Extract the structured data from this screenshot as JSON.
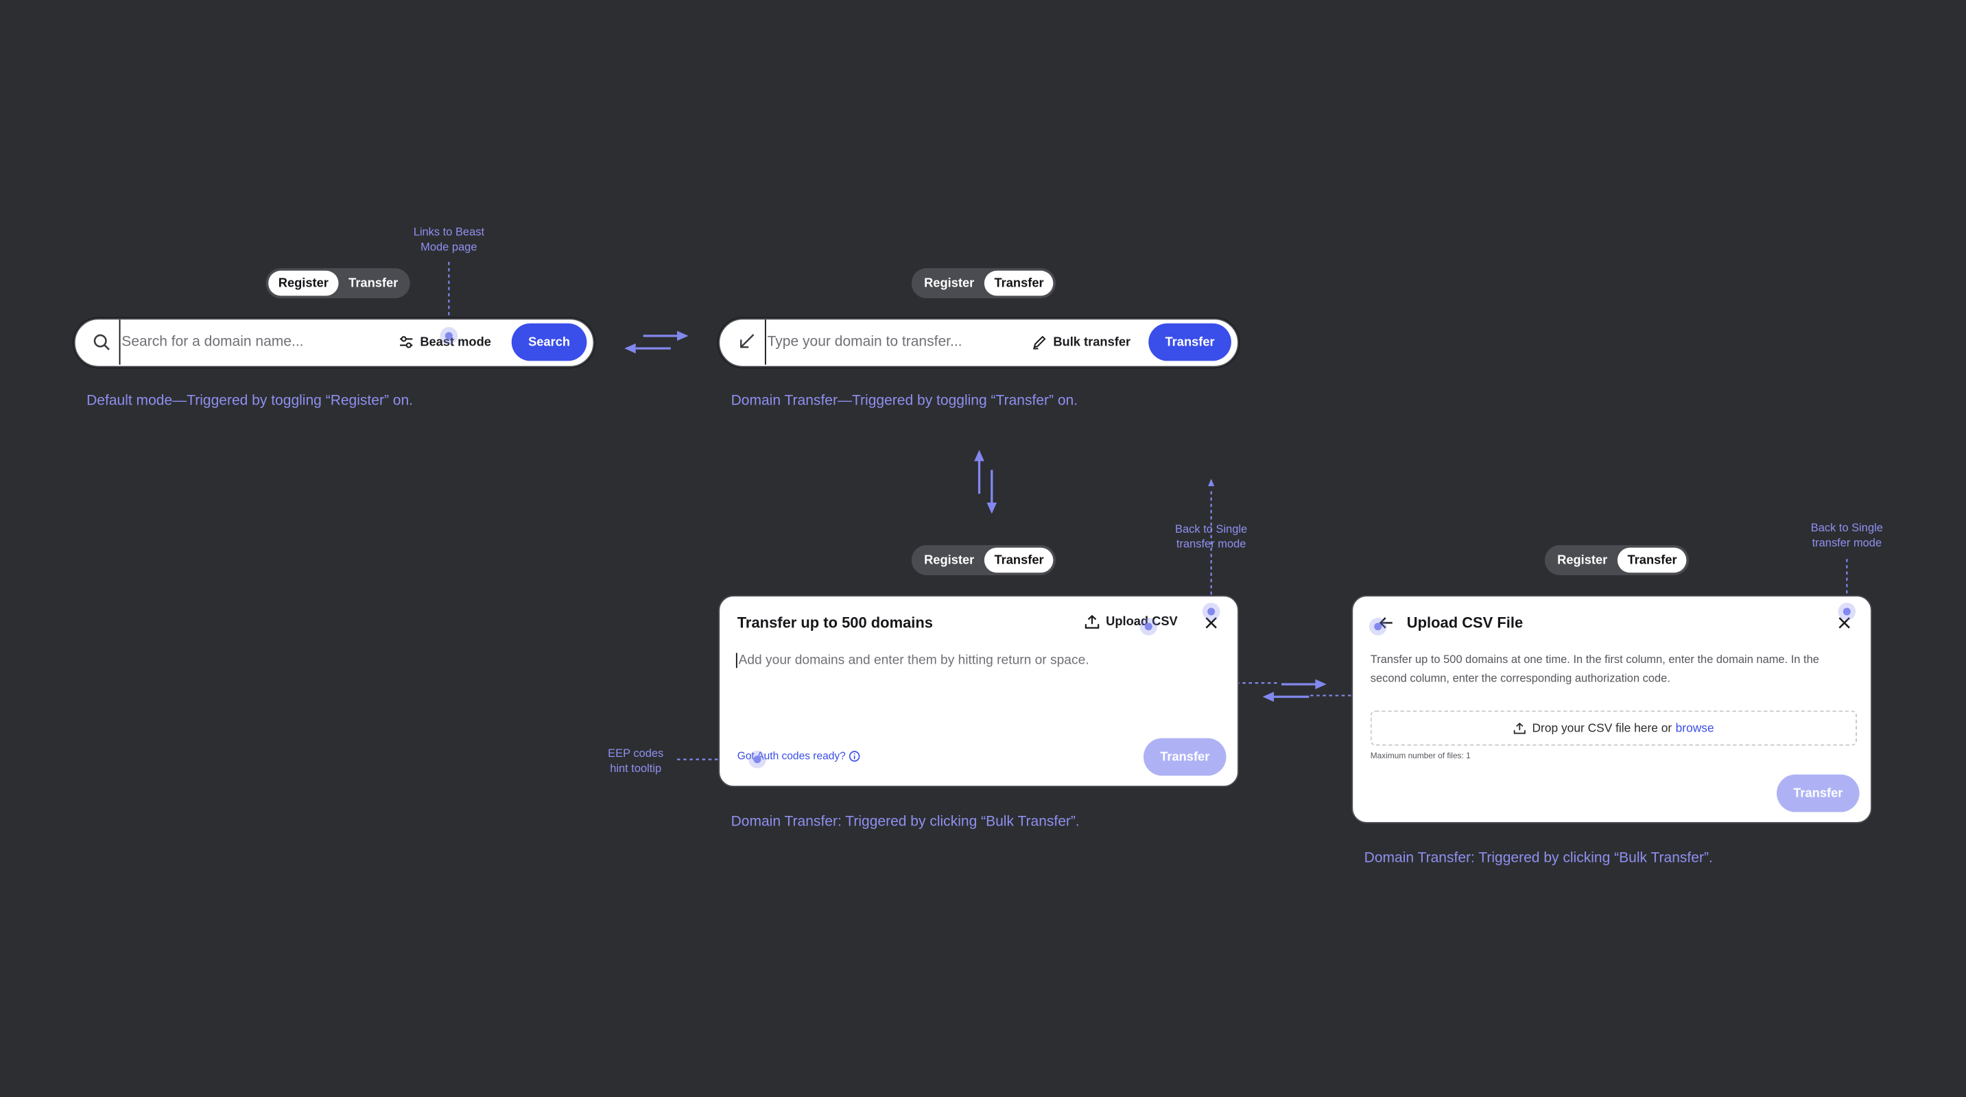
{
  "colors": {
    "background": "#2d2e31",
    "accent": "#3a4ee9",
    "annotation": "#8e90f0",
    "disabled_button": "#aeb2f5"
  },
  "toggle": {
    "register": "Register",
    "transfer": "Transfer"
  },
  "register_bar": {
    "placeholder": "Search for a domain name...",
    "beast_mode": "Beast mode",
    "search_button": "Search",
    "caption": "Default mode—Triggered by toggling “Register” on.",
    "note": "Links to Beast Mode page"
  },
  "transfer_bar": {
    "placeholder": "Type your domain to transfer...",
    "bulk_transfer": "Bulk transfer",
    "transfer_button": "Transfer",
    "caption": "Domain Transfer—Triggered by toggling “Transfer” on."
  },
  "bulk_panel": {
    "title": "Transfer up to 500 domains",
    "upload_csv": "Upload CSV",
    "placeholder": "Add your domains and enter them by hitting return or space.",
    "auth_hint": "Got Auth codes ready?",
    "transfer_button": "Transfer",
    "caption": "Domain Transfer: Triggered by clicking “Bulk Transfer”.",
    "note_back": "Back to Single transfer mode",
    "note_eep": "EEP codes hint tooltip"
  },
  "csv_panel": {
    "title": "Upload CSV File",
    "description": "Transfer up to 500 domains at one time. In the first column, enter the domain name. In the second column, enter the corresponding authorization code.",
    "drop_text": "Drop your CSV file here or",
    "browse": "browse",
    "max_files": "Maximum number of files: 1",
    "transfer_button": "Transfer",
    "caption": "Domain Transfer: Triggered by clicking “Bulk Transfer”.",
    "note_back": "Back to Single transfer mode"
  }
}
